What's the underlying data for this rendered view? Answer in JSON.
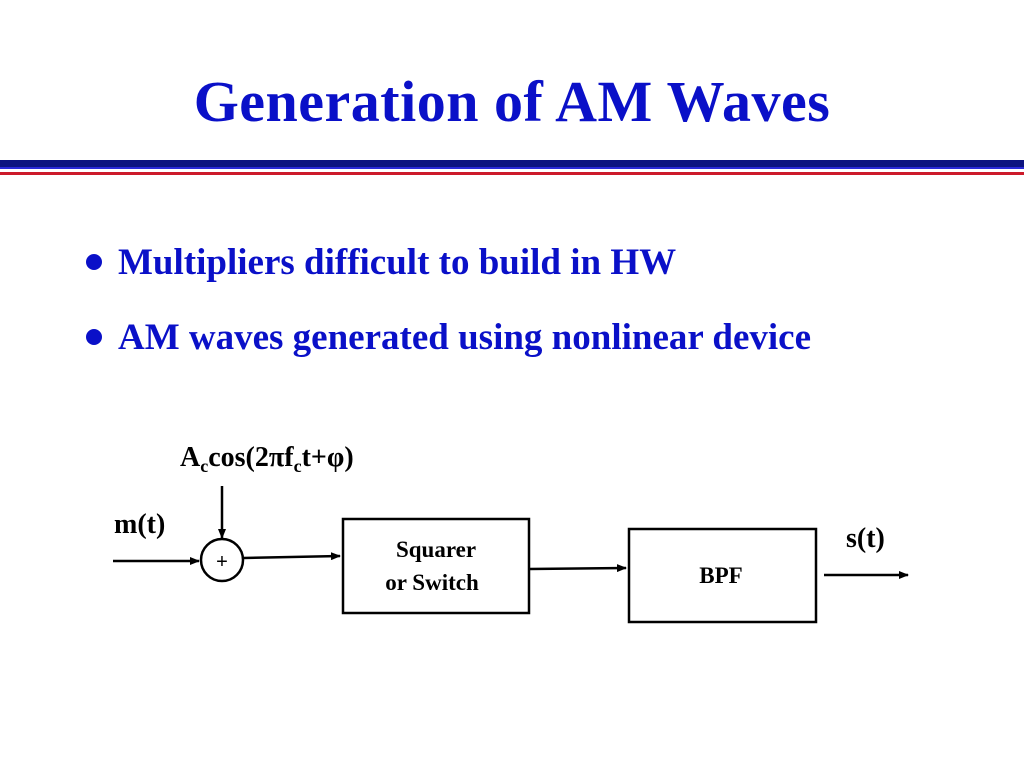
{
  "slide": {
    "title": "Generation of  AM Waves",
    "bullets": [
      "Multipliers difficult to build in HW",
      "AM waves generated using nonlinear device"
    ]
  },
  "diagram": {
    "carrier_label": {
      "A": "A",
      "c1": "c",
      "cos": "cos(2",
      "pi": "π",
      "f": "f",
      "c2": "c",
      "t": "t+",
      "phi": "φ",
      "close": ")"
    },
    "input_label": "m(t)",
    "adder_symbol": "+",
    "squarer_line1": "Squarer",
    "squarer_line2": "or Switch",
    "bpf_label": "BPF",
    "output_label": "s(t)"
  }
}
